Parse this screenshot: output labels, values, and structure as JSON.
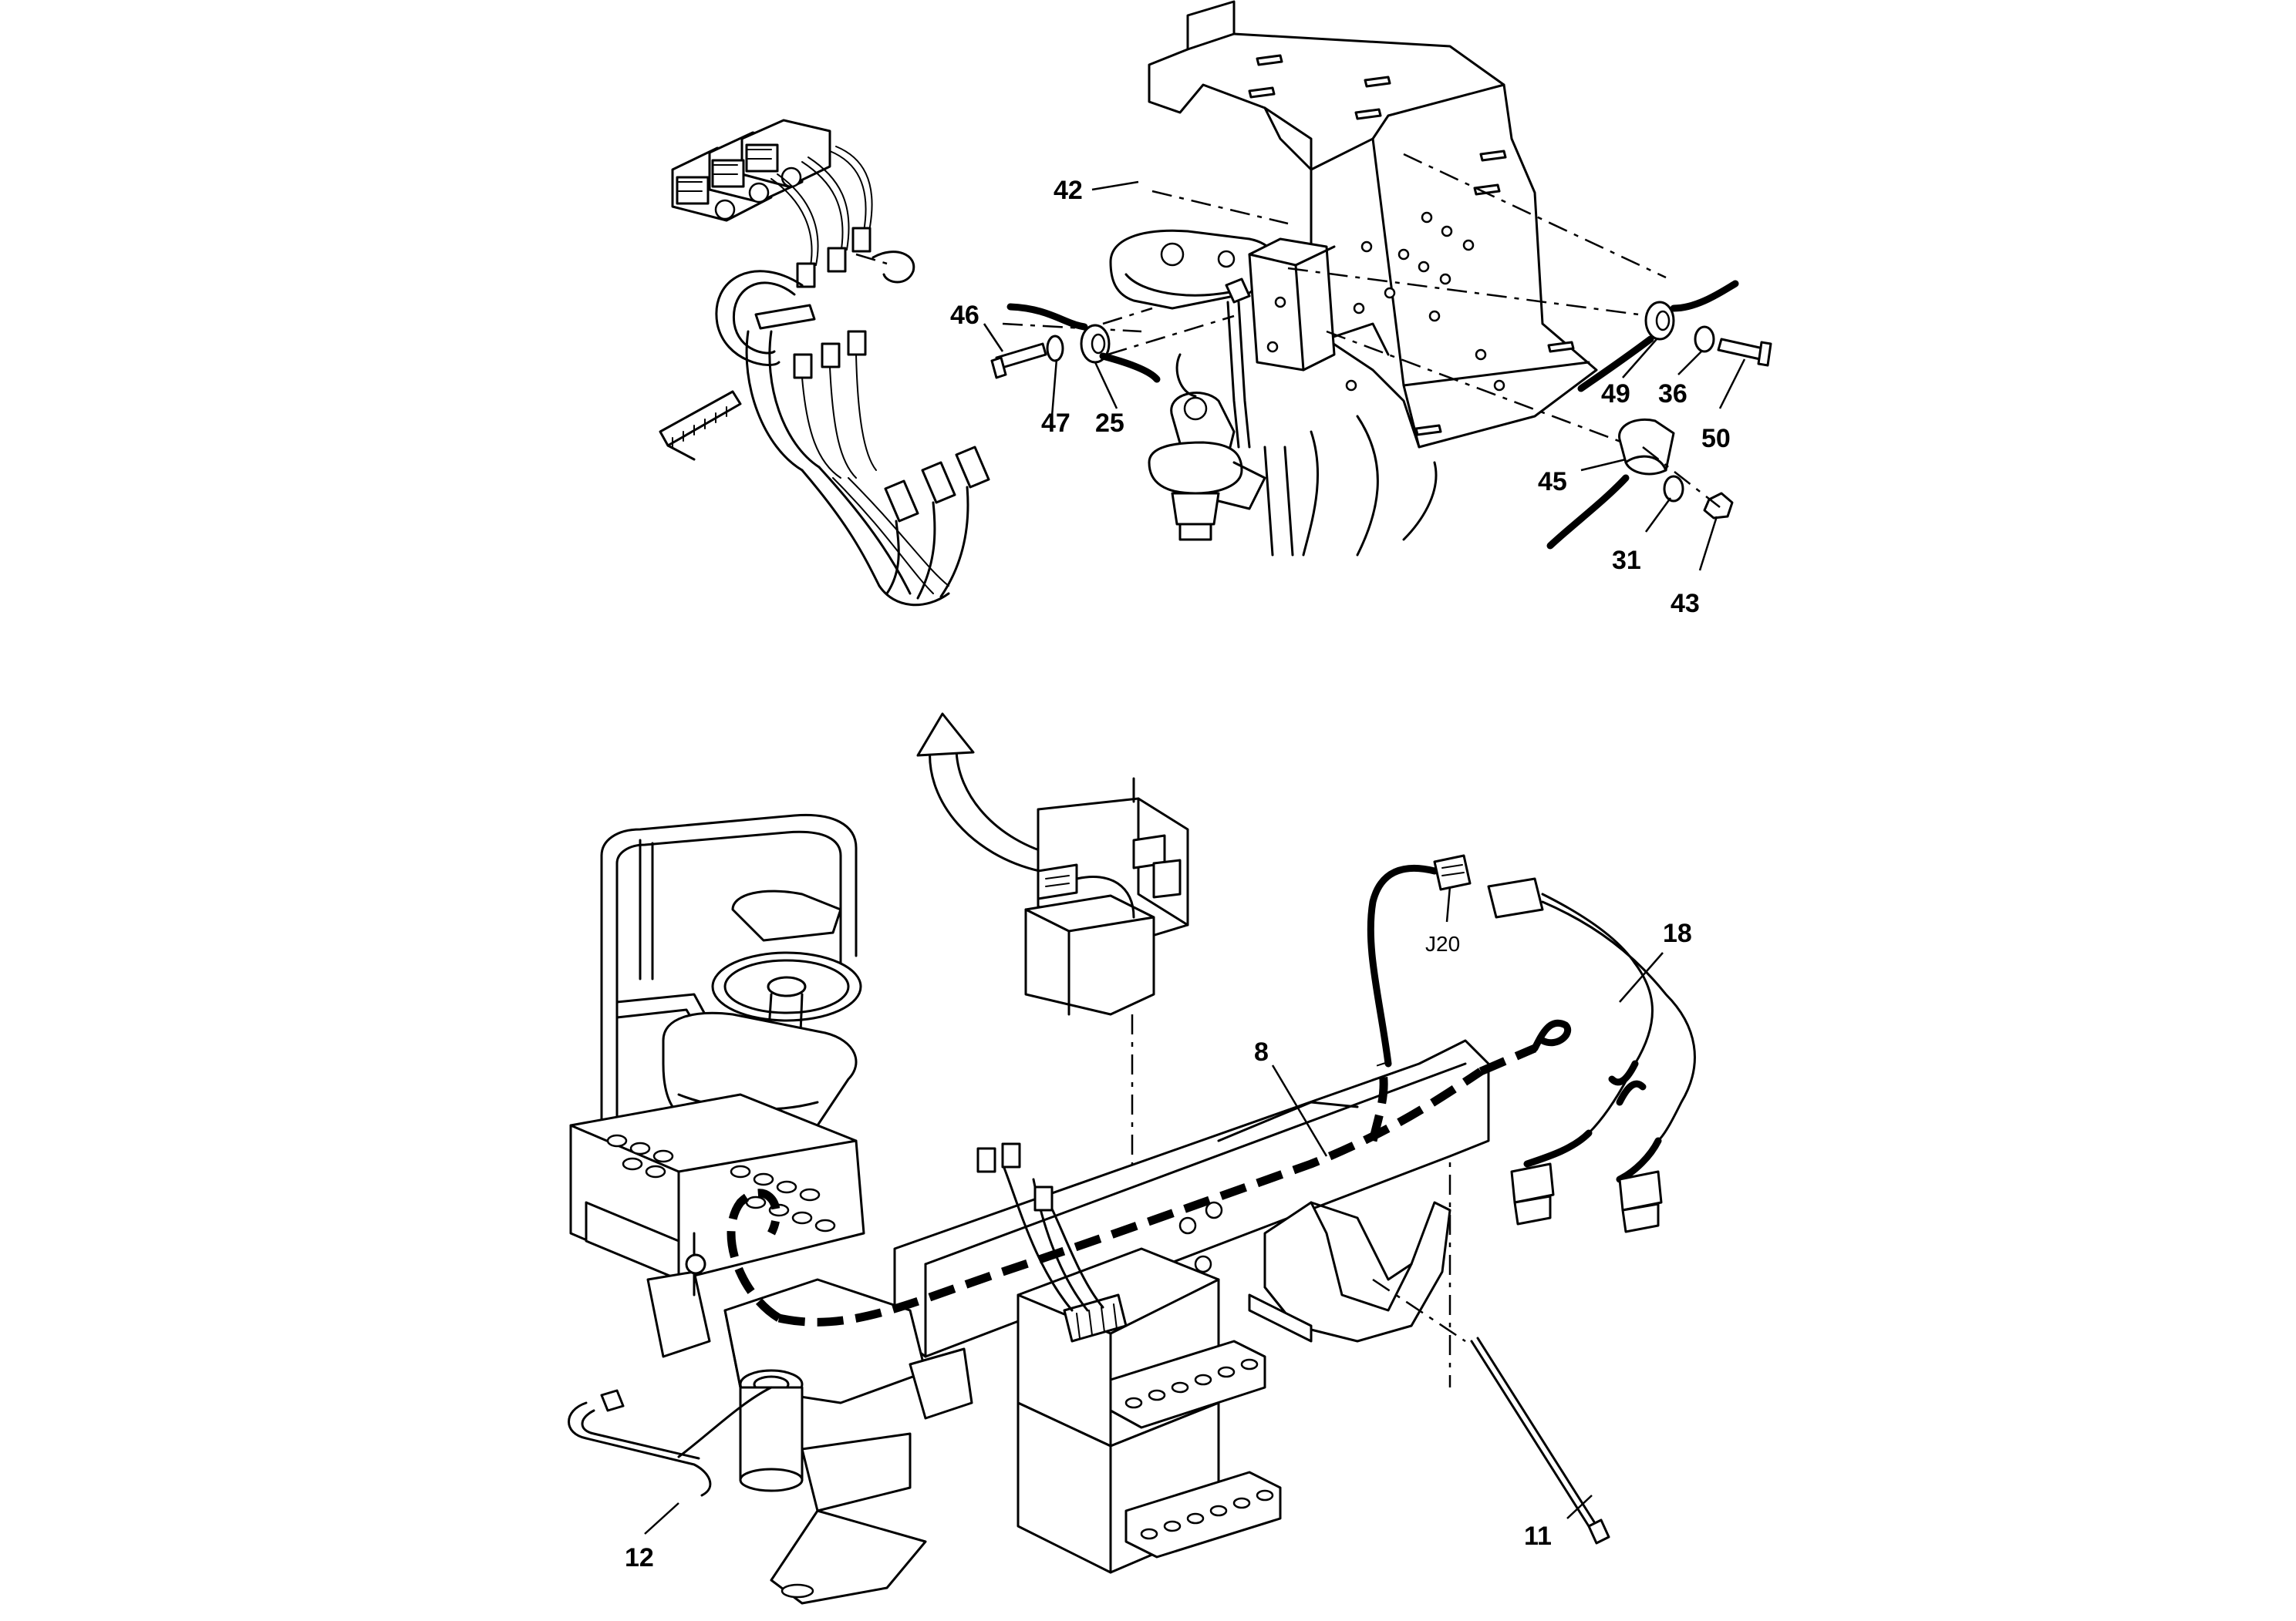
{
  "figure": {
    "callouts": [
      {
        "id": "c42",
        "label": "42"
      },
      {
        "id": "c46",
        "label": "46"
      },
      {
        "id": "c47",
        "label": "47"
      },
      {
        "id": "c25",
        "label": "25"
      },
      {
        "id": "c49",
        "label": "49"
      },
      {
        "id": "c36",
        "label": "36"
      },
      {
        "id": "c50",
        "label": "50"
      },
      {
        "id": "c45",
        "label": "45"
      },
      {
        "id": "c31",
        "label": "31"
      },
      {
        "id": "c43",
        "label": "43"
      },
      {
        "id": "c18",
        "label": "18"
      },
      {
        "id": "cJ20",
        "label": "J20"
      },
      {
        "id": "c8",
        "label": "8"
      },
      {
        "id": "c11",
        "label": "11"
      },
      {
        "id": "c12",
        "label": "12"
      }
    ]
  }
}
